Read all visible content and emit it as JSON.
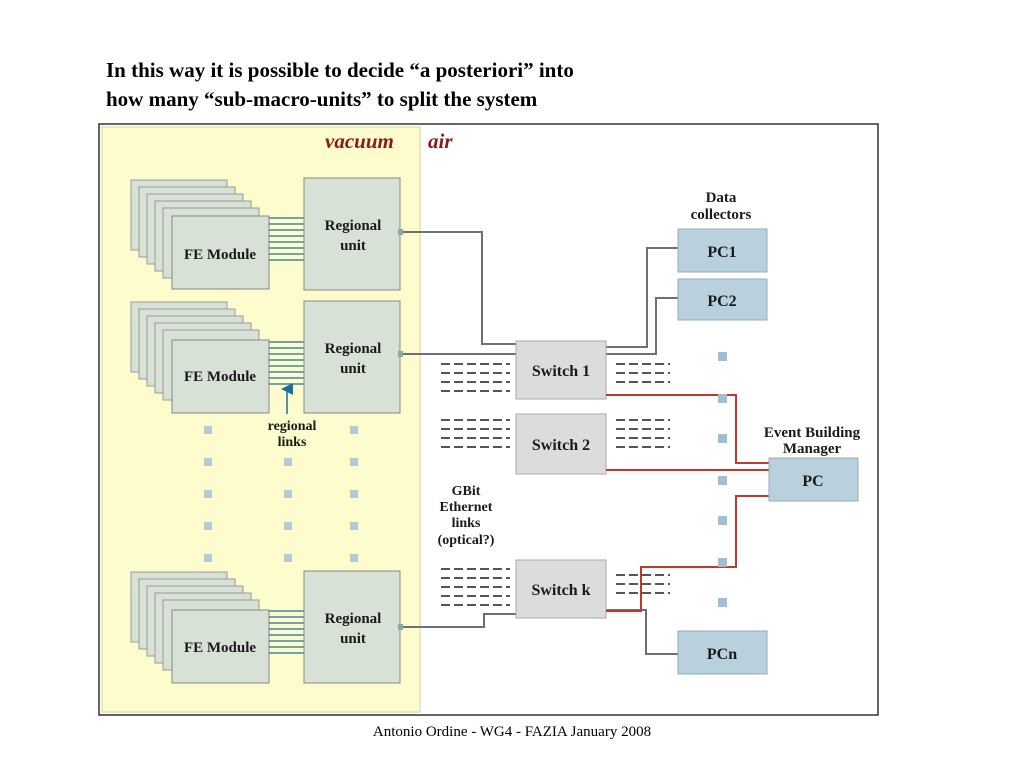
{
  "title": {
    "line1": "In this way it is possible to decide “a posteriori” into",
    "line2": "how many “sub-macro-units” to split the system"
  },
  "diagram": {
    "zones": {
      "vacuum": "vacuum",
      "air": "air"
    },
    "fe_module_label": "FE Module",
    "regional_unit_label": [
      "Regional",
      "unit"
    ],
    "regional_links_label": [
      "regional",
      "links"
    ],
    "gbit_label": [
      "GBit",
      "Ethernet",
      "links",
      "(optical?)"
    ],
    "switches": [
      "Switch 1",
      "Switch 2",
      "Switch k"
    ],
    "data_collectors_label": [
      "Data",
      "collectors"
    ],
    "pcs": [
      "PC1",
      "PC2",
      "PCn"
    ],
    "event_building_label": [
      "Event Building",
      "Manager"
    ],
    "event_building_pc": "PC",
    "colors": {
      "vacuum_zone": "#fdfccc",
      "box_fill": "#d7e1d5",
      "pc_fill": "#b9d1dc",
      "switch_fill": "#dcdcdc",
      "link_blue": "#1f6e9a",
      "ethernet_gray": "#707070",
      "ebm_red": "#c0392b"
    }
  },
  "footer": "Antonio Ordine - WG4 - FAZIA January 2008"
}
